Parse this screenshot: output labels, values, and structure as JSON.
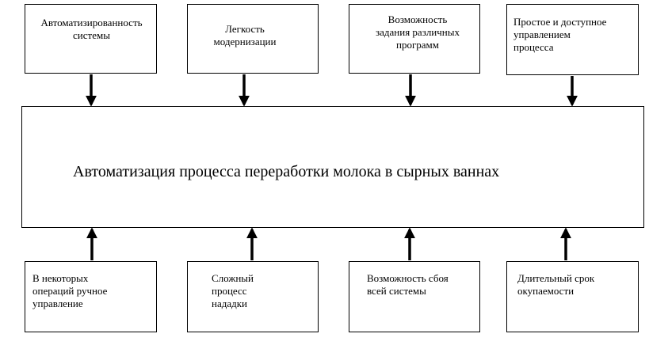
{
  "center": {
    "text": "Автоматизация процесса переработки молока в сырных ваннах"
  },
  "top_boxes": [
    {
      "text": "Автоматизированность\nсистемы"
    },
    {
      "text": "Легкость\nмодернизации"
    },
    {
      "text": "Возможность\nзадания различных\nпрограмм"
    },
    {
      "text": "Простое и доступное\nуправлением\nпроцесса"
    }
  ],
  "bottom_boxes": [
    {
      "text": "В некоторых\nопераций ручное\nуправление"
    },
    {
      "text": "Сложный\nпроцесс\nнададки"
    },
    {
      "text": "Возможность сбоя\nвсей системы"
    },
    {
      "text": "Длительный  срок\nокупаемости"
    }
  ]
}
